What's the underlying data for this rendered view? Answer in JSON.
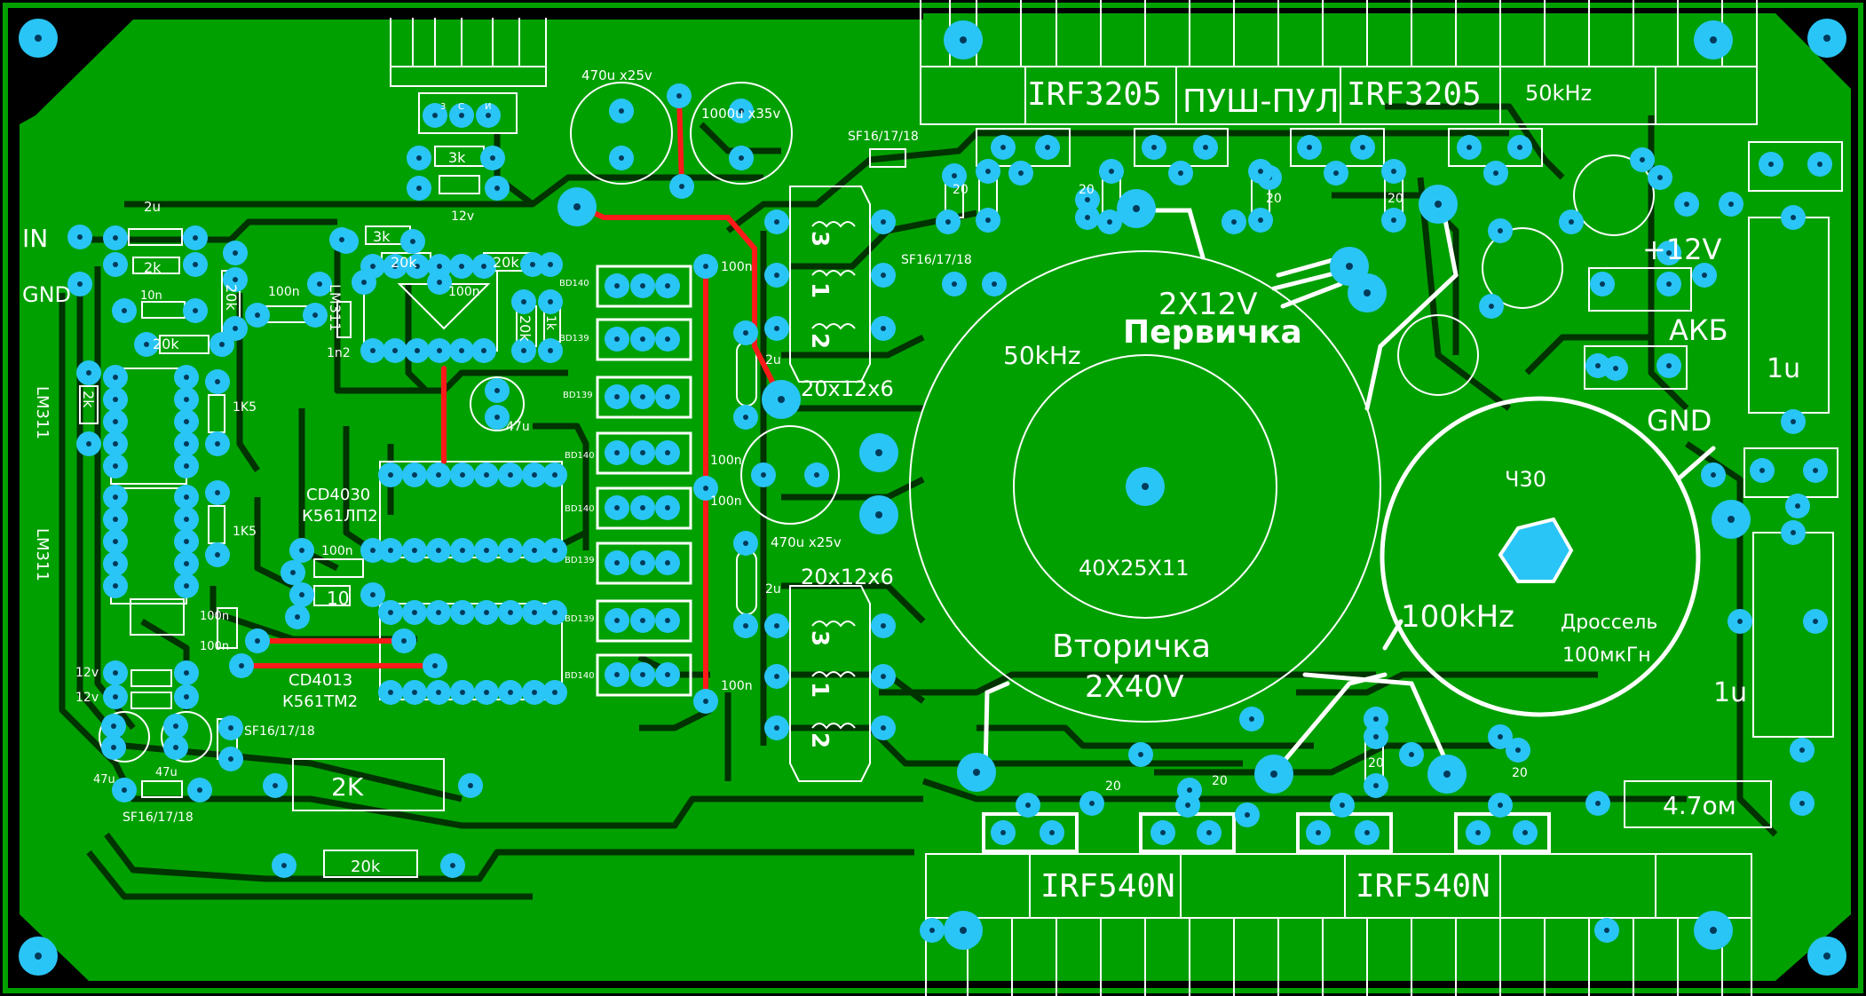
{
  "colors": {
    "background": "#000000",
    "copper": "#00a000",
    "trace_dark": "#006400",
    "pad": "#29c5f6",
    "silk": "#ffffff",
    "jumper": "#ff1a1a"
  },
  "header_labels": {
    "left_mosfet": "IRF3205",
    "topology": "ПУШ-ПУЛ",
    "right_mosfet": "IRF3205",
    "frequency": "50kHz"
  },
  "footer_labels": {
    "left_mosfet": "IRF540N",
    "right_mosfet": "IRF540N"
  },
  "input": {
    "in": "IN",
    "gnd": "GND"
  },
  "power": {
    "plus12": "+12V",
    "akb": "АКБ",
    "gnd": "GND"
  },
  "transformer": {
    "primary_voltage": "2X12V",
    "primary": "Первичка",
    "frequency": "50kHz",
    "core": "40X25X11",
    "secondary": "Вторичка",
    "secondary_voltage": "2X40V"
  },
  "choke": {
    "core": "Ч30",
    "frequency": "100kHz",
    "name": "Дроссель",
    "inductance": "100мкГн"
  },
  "drive_transformers": {
    "top": "20x12x6",
    "bottom": "20x12x6"
  },
  "winding_numbers": {
    "w1": "3",
    "w2": "1",
    "w3": "2"
  },
  "ics": {
    "lm311_a": "LM311",
    "lm311_b": "LM311",
    "u1_line1": "CD4030",
    "u1_line2": "К561ЛП2",
    "u2_line1": "CD4013",
    "u2_line2": "К561ТМ2",
    "u3": "LM311"
  },
  "caps": {
    "c470_top": "470u x25v",
    "c1000": "1000u x35v",
    "c470_mid": "470u x25v",
    "c2u_input": "2u",
    "c10n": "10n",
    "c100n_a": "100n",
    "c1n2": "1n2",
    "c100n_b": "100n",
    "c100n_c": "100n",
    "c100n_d": "100n",
    "c100n_e": "100n",
    "c100n_f": "100n",
    "c100n_g": "100n",
    "c100n_h": "100n",
    "c100n_i": "100n",
    "c10": "10",
    "c47u_a": "47u",
    "c47u_b": "47u",
    "c47u_c": "47u",
    "c2u_a": "2u",
    "c2u_b": "2u",
    "c1u_top": "1u",
    "c1u_bottom": "1u"
  },
  "resistors": {
    "r3k_a": "3k",
    "r3k_b": "3k",
    "r2k_input": "2k",
    "r20k_a": "20k",
    "r20k_b": "20k",
    "r20k_c": "20k",
    "r20k_d": "20k",
    "r20k_e": "20k",
    "r1k": "1k",
    "r2k_v": "2k",
    "r1k5_a": "1K5",
    "r1k5_b": "1K5",
    "r2K_big": "2K",
    "r20k_bottom": "20k",
    "r47om": "4.7ом",
    "r20_list": [
      "20",
      "20",
      "20",
      "20",
      "20",
      "20",
      "20",
      "20"
    ]
  },
  "diodes": {
    "d12v_top": "12v",
    "d12v_a": "12v",
    "d12v_b": "12v",
    "sf_top": "SF16/17/18",
    "sf_mid": "SF16/17/18",
    "sf_left_a": "SF16/17/18",
    "sf_left_b": "SF16/17/18"
  },
  "transistors": [
    "BD140",
    "BD139",
    "BD139",
    "BD140",
    "BD140",
    "BD139",
    "BD139",
    "BD140"
  ],
  "pin_labels": {
    "p1": "3",
    "p2": "С",
    "p3": "И"
  }
}
